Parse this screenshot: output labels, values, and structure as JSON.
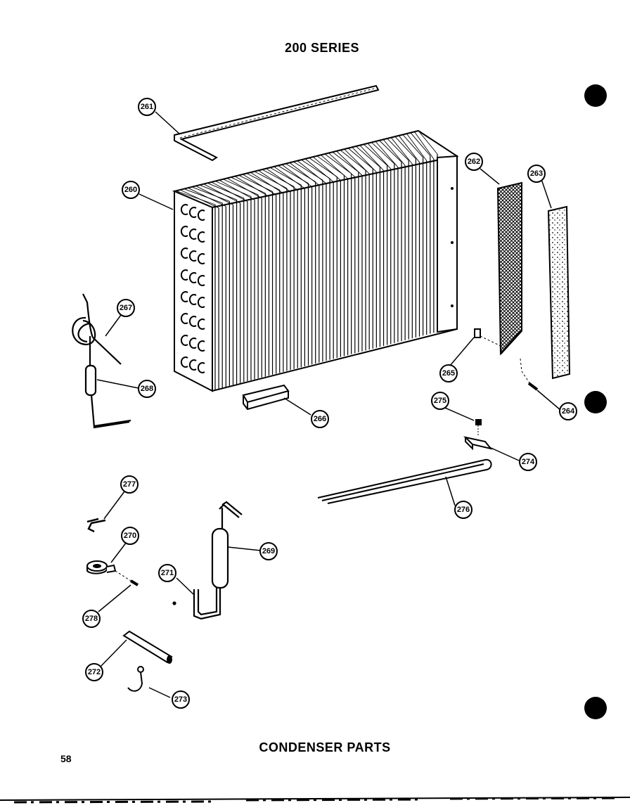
{
  "header": {
    "series": "200 SERIES"
  },
  "footer": {
    "caption": "CONDENSER PARTS",
    "page_number": "58"
  },
  "callouts": {
    "c260": "260",
    "c261": "261",
    "c262": "262",
    "c263": "263",
    "c264": "264",
    "c265": "265",
    "c266": "266",
    "c267": "267",
    "c268": "268",
    "c269": "269",
    "c270": "270",
    "c271": "271",
    "c272": "272",
    "c273": "273",
    "c274": "274",
    "c275": "275",
    "c276": "276",
    "c277": "277",
    "c278": "278"
  }
}
